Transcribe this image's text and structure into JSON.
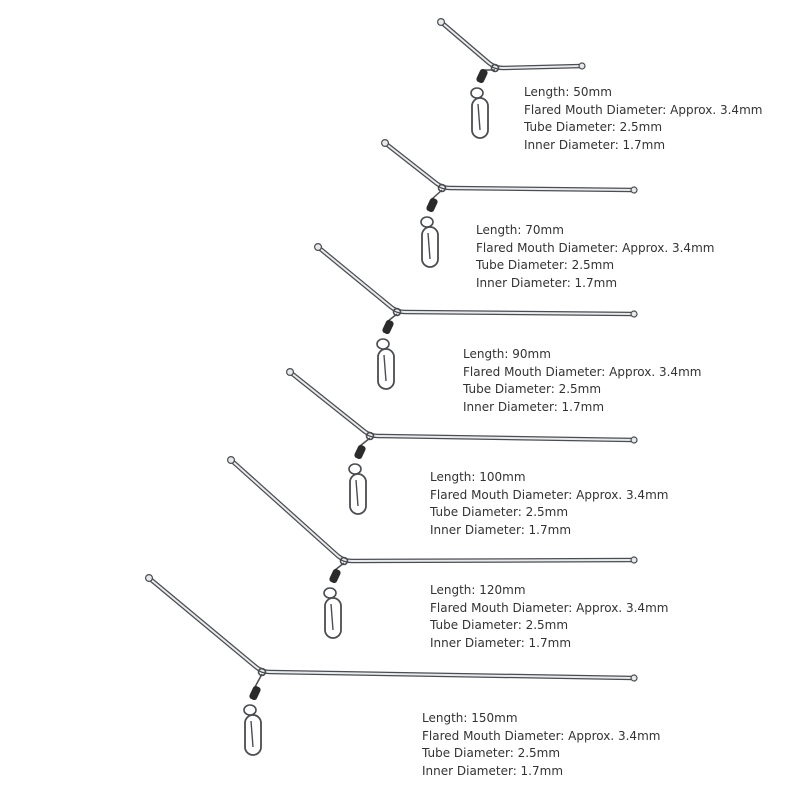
{
  "colors": {
    "background": "#ffffff",
    "text": "#333333",
    "steel_dark": "#4a4d52",
    "steel_light": "#e8e9eb",
    "swivel": "#2b2b2b"
  },
  "rigs": [
    {
      "length": "Length: 50mm",
      "flared_mouth": "Flared Mouth Diameter: Approx. 3.4mm",
      "tube_diameter": "Tube Diameter: 2.5mm",
      "inner_diameter": "Inner Diameter: 1.7mm"
    },
    {
      "length": "Length: 70mm",
      "flared_mouth": "Flared Mouth Diameter: Approx. 3.4mm",
      "tube_diameter": "Tube Diameter: 2.5mm",
      "inner_diameter": "Inner Diameter: 1.7mm"
    },
    {
      "length": "Length: 90mm",
      "flared_mouth": "Flared Mouth Diameter: Approx. 3.4mm",
      "tube_diameter": "Tube Diameter: 2.5mm",
      "inner_diameter": "Inner Diameter: 1.7mm"
    },
    {
      "length": "Length: 100mm",
      "flared_mouth": "Flared Mouth Diameter: Approx. 3.4mm",
      "tube_diameter": "Tube Diameter: 2.5mm",
      "inner_diameter": "Inner Diameter: 1.7mm"
    },
    {
      "length": "Length: 120mm",
      "flared_mouth": "Flared Mouth Diameter: Approx. 3.4mm",
      "tube_diameter": "Tube Diameter: 2.5mm",
      "inner_diameter": "Inner Diameter: 1.7mm"
    },
    {
      "length": "Length: 150mm",
      "flared_mouth": "Flared Mouth Diameter: Approx. 3.4mm",
      "tube_diameter": "Tube Diameter: 2.5mm",
      "inner_diameter": "Inner Diameter: 1.7mm"
    }
  ]
}
